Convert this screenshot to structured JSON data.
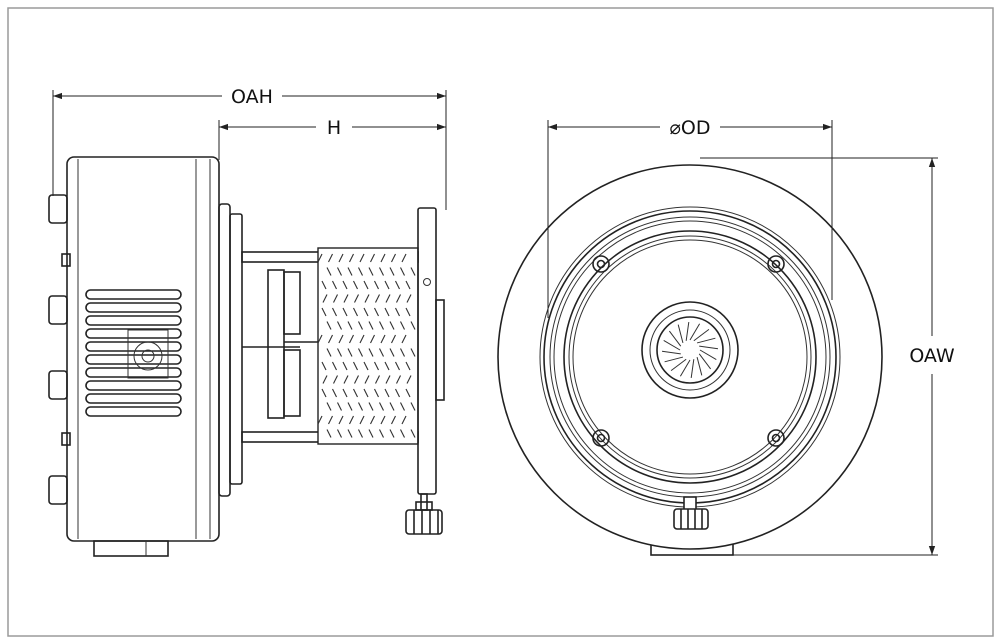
{
  "drawing": {
    "dimensions": {
      "overall_height": "OAH",
      "height": "H",
      "outer_diameter": "⌀OD",
      "overall_width": "OAW"
    }
  },
  "colors": {
    "line": "#222222",
    "background": "#ffffff",
    "frame": "#9a9a9a"
  }
}
